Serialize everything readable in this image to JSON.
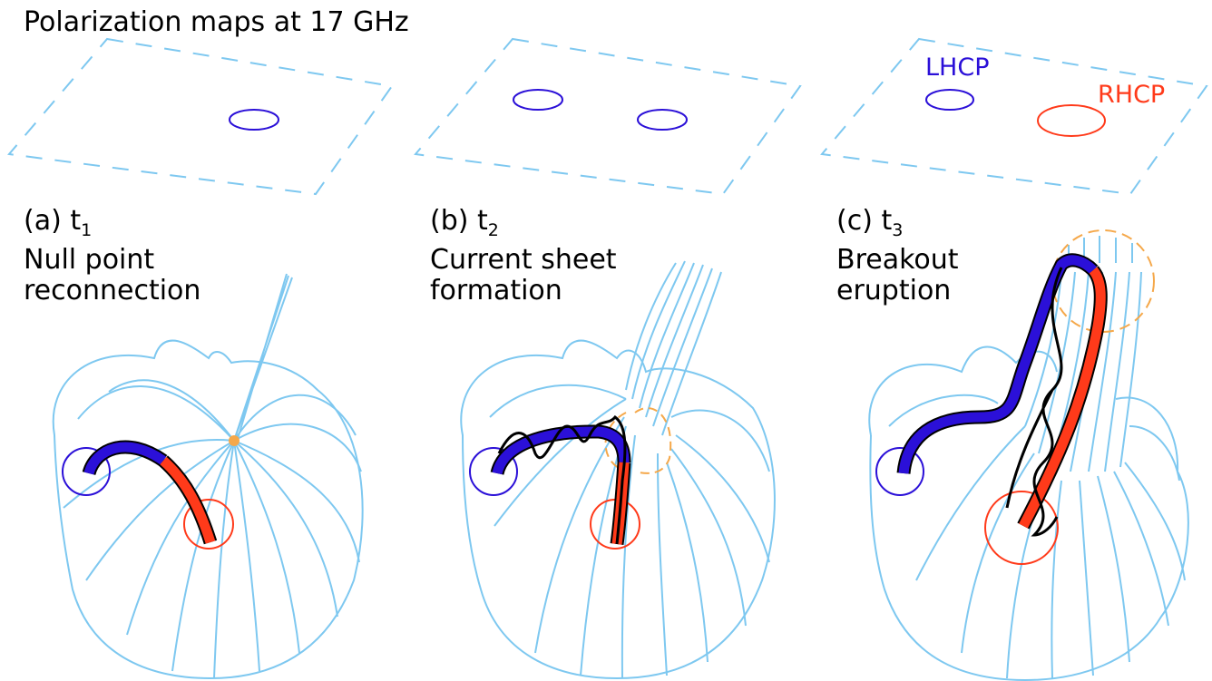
{
  "header": {
    "title": "Polarization maps at 17 GHz"
  },
  "legend": {
    "lhcp": "LHCP",
    "rhcp": "RHCP"
  },
  "panels": [
    {
      "tag": "(a) t",
      "sub": "1",
      "caption_line1": "Null point",
      "caption_line2": "reconnection"
    },
    {
      "tag": "(b) t",
      "sub": "2",
      "caption_line1": "Current sheet",
      "caption_line2": "formation"
    },
    {
      "tag": "(c) t",
      "sub": "3",
      "caption_line1": "Breakout",
      "caption_line2": "eruption"
    }
  ],
  "colors": {
    "field_line": "#7ec8f0",
    "lhcp": "#2b10d8",
    "rhcp": "#ff3a1a",
    "current_sheet": "#f5a84a",
    "null_point": "#f5a84a",
    "helix": "#000000"
  }
}
